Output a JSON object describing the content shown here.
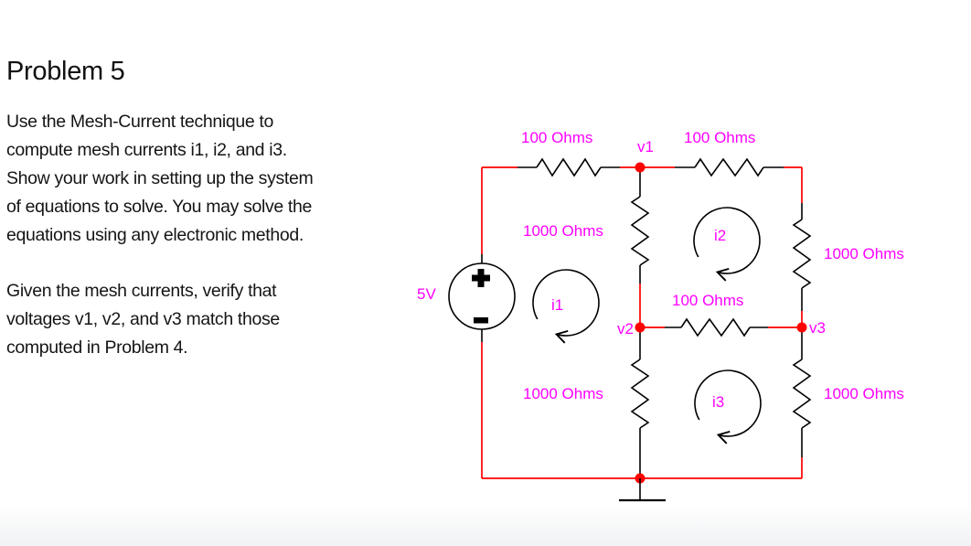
{
  "title": "Problem 5",
  "instructions": {
    "para1": "Use the Mesh-Current technique to\ncompute mesh currents i1, i2, and i3.\nShow your work in setting up the system\nof equations to solve. You may solve the\nequations using any electronic method.",
    "para2": "Given the mesh currents, verify that\nvoltages v1, v2, and v3 match those\ncomputed in Problem 4."
  },
  "circuit": {
    "source": {
      "label": "5V",
      "polarity_top": "+",
      "polarity_bottom": "-"
    },
    "nodes": {
      "v1": "v1",
      "v2": "v2",
      "v3": "v3"
    },
    "meshes": {
      "i1": "i1",
      "i2": "i2",
      "i3": "i3"
    },
    "resistors": {
      "top_left": "100 Ohms",
      "top_right": "100 Ohms",
      "upper_middle": "1000 Ohms",
      "upper_right": "1000 Ohms",
      "middle": "100 Ohms",
      "lower_middle": "1000 Ohms",
      "lower_right": "1000 Ohms"
    },
    "colors": {
      "wire": "#ff0000",
      "label": "#ff00ff",
      "component": "#000000"
    }
  }
}
